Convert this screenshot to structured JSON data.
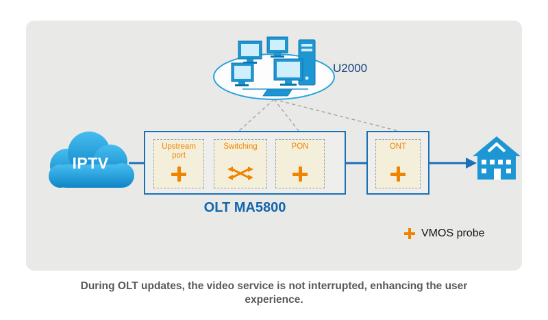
{
  "diagram": {
    "nms": {
      "label": "U2000"
    },
    "cloud": {
      "label": "IPTV"
    },
    "olt": {
      "title": "OLT MA5800",
      "modules": [
        {
          "label": "Upstream port"
        },
        {
          "label": "Switching"
        },
        {
          "label": "PON"
        }
      ]
    },
    "ont": {
      "label": "ONT"
    },
    "legend": {
      "label": "VMOS probe"
    },
    "icons": {
      "module_marker": "plus",
      "switching_icon": "crossed-arrows",
      "legend_marker": "plus"
    }
  },
  "caption": "During OLT updates, the video service is not interrupted, enhancing the user experience.",
  "colors": {
    "panel_bg": "#e9e9e7",
    "flow_blue": "#1a6fb5",
    "ellipse_blue": "#2aa5de",
    "device_blue": "#1e96d4",
    "orange": "#f08300",
    "olt_title_blue": "#1266ad",
    "caption_gray": "#58595b",
    "module_fill": "#f4efda"
  }
}
